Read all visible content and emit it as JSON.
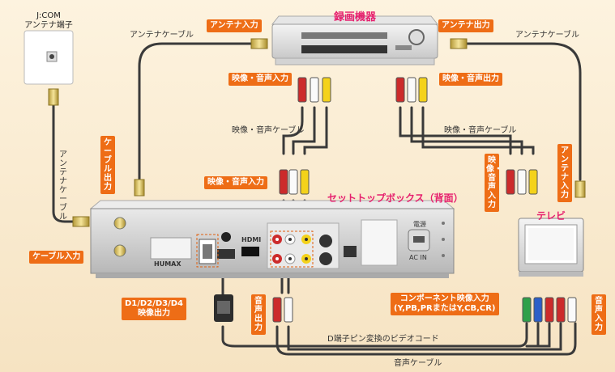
{
  "titles": {
    "recorder": "録画機器",
    "settop": "セットトップボックス（背面）",
    "tv": "テレビ"
  },
  "wall_outlet": {
    "line1": "J:COM",
    "line2": "アンテナ端子"
  },
  "labels": {
    "antenna_in_top": "アンテナ入力",
    "antenna_out_top": "アンテナ出力",
    "av_in_recorder": "映像・音声入力",
    "av_out_recorder": "映像・音声出力",
    "av_in_stb": "映像・音声入力",
    "cable_out": "ケーブル出力",
    "cable_in": "ケーブル入力",
    "tv_av_in": "映像・音声入力",
    "tv_antenna_in": "アンテナ入力",
    "d_out_line1": "D1/D2/D3/D4",
    "d_out_line2": "映像出力",
    "audio_out": "音声出力",
    "component_line1": "コンポーネント映像入力",
    "component_line2": "(Y,PB,PRまたはY,CB,CR)",
    "audio_in": "音声入力"
  },
  "cable_names": {
    "antenna_cable_left": "アンテナケーブル",
    "antenna_cable_right": "アンテナケーブル",
    "antenna_cable_vertical": "アンテナケーブル",
    "av_cable_left": "映像・音声ケーブル",
    "av_cable_right": "映像・音声ケーブル",
    "d_pin_cable": "D端子ピン変換のビデオコード",
    "audio_cable": "音声ケーブル"
  },
  "stb_panel": {
    "brand": "HUMAX",
    "hdmi": "HDMI",
    "ac_in": "AC IN",
    "power": "電源"
  },
  "colors": {
    "tag_orange": "#ee6d16",
    "title_pink": "#e6206e",
    "cable": "#3a3a3a",
    "background": "#f9ebd1"
  }
}
